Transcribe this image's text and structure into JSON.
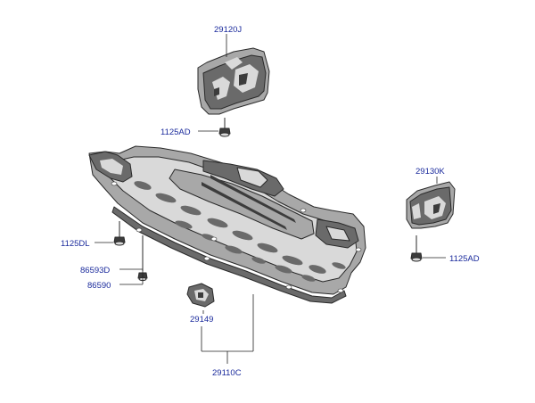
{
  "labels": {
    "shield_top": "29120J",
    "bolt_top": "1125AD",
    "shield_right": "29130K",
    "bolt_right": "1125AD",
    "bolt_left": "1125DL",
    "clip_a": "86593D",
    "clip_b": "86590",
    "pad": "29149",
    "undercover": "29110C"
  },
  "colors": {
    "label_text": "#1a2a9c",
    "line_art": "#2a2a2a",
    "fill_dark": "#6a6a6a",
    "fill_light": "#d9d9d9"
  }
}
